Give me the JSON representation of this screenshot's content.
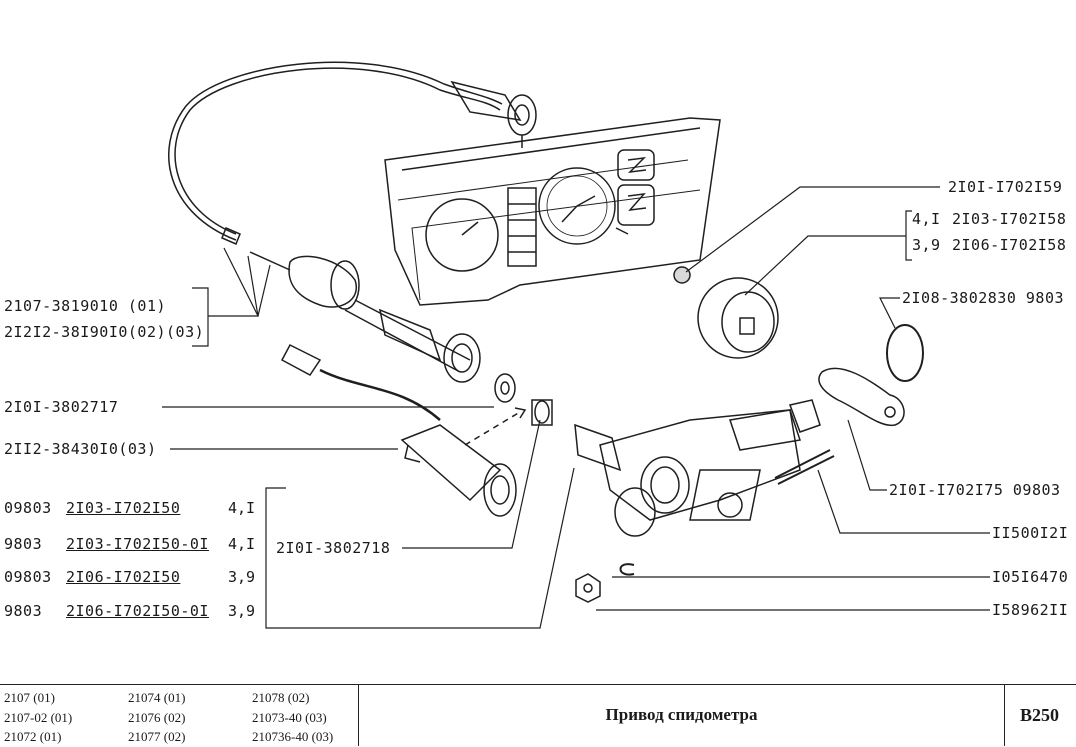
{
  "parts": {
    "cable_codes": [
      "2107-3819010 (01)",
      "2I2I2-38I90I0(02)(03)"
    ],
    "washer": "2I0I-3802717",
    "sensor": "2II2-38430I0(03)",
    "drive_rows": [
      {
        "prefix": "09803",
        "part": "2I03-I702I50",
        "qty": "4,I",
        "struck": true
      },
      {
        "prefix": "9803",
        "part": "2I03-I702I50-0I",
        "qty": "4,I",
        "struck": false
      },
      {
        "prefix": "09803",
        "part": "2I06-I702I50",
        "qty": "3,9",
        "struck": true
      },
      {
        "prefix": "9803",
        "part": "2I06-I702I50-0I",
        "qty": "3,9",
        "struck": false
      }
    ],
    "bushing": "2I0I-3802718",
    "ball": "2I0I-I702I59",
    "gear_rows": [
      {
        "qty": "4,I",
        "part": "2I03-I702I58"
      },
      {
        "qty": "3,9",
        "part": "2I06-I702I58"
      }
    ],
    "oring": "2I08-3802830 9803",
    "plate": "2I0I-I702I75 09803",
    "stud": "II500I2I",
    "clip": "I05I6470",
    "nut": "I58962II"
  },
  "footer": {
    "col1": [
      "2107 (01)",
      "2107-02 (01)",
      "21072 (01)"
    ],
    "col2": [
      "21074 (01)",
      "21076 (02)",
      "21077 (02)"
    ],
    "col3": [
      "21078 (02)",
      "21073-40 (03)",
      "210736-40 (03)"
    ],
    "title": "Привод спидометра",
    "code": "B250"
  }
}
